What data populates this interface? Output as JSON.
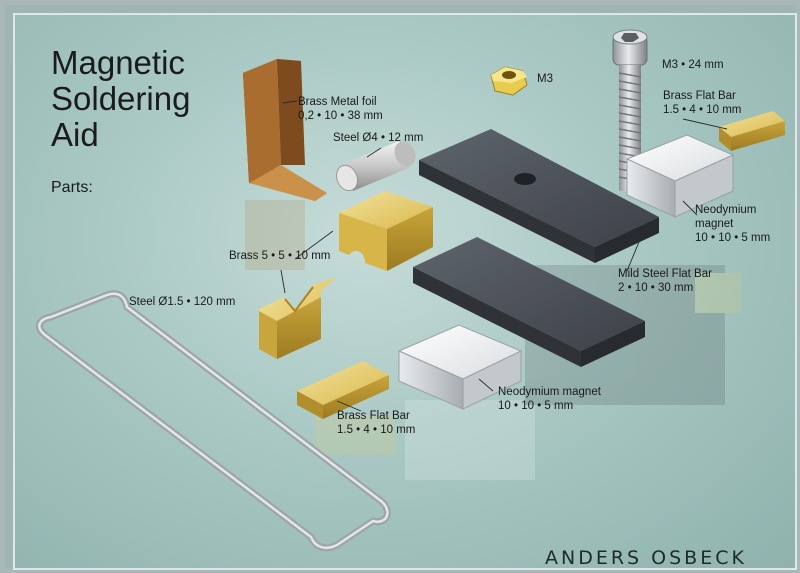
{
  "title": {
    "line1": "Magnetic",
    "line2": "Soldering",
    "line3": "Aid"
  },
  "subtitle": "Parts:",
  "labels": {
    "brass_foil": {
      "line1": "Brass Metal foil",
      "line2": "0,2 • 10 • 38 mm"
    },
    "m3_nut": "M3",
    "m3_screw": "M3 • 24 mm",
    "brass_flat_top": {
      "line1": "Brass Flat Bar",
      "line2": "1.5 • 4 • 10 mm"
    },
    "steel_pin": "Steel Ø4 • 12 mm",
    "neo_top": {
      "line1": "Neodymium",
      "line2": "magnet",
      "line3": "10 • 10 • 5 mm"
    },
    "brass_block": "Brass 5 • 5 • 10 mm",
    "mild_steel": {
      "line1": "Mild Steel Flat Bar",
      "line2": "2 • 10 • 30 mm"
    },
    "steel_wire": "Steel Ø1.5 • 120 mm",
    "neo_bottom": {
      "line1": "Neodymium magnet",
      "line2": "10 • 10 • 5 mm"
    },
    "brass_flat_bottom": {
      "line1": "Brass Flat Bar",
      "line2": "1.5 • 4 • 10 mm"
    }
  },
  "signature": "ANDERS OSBECK",
  "colors": {
    "brass": "#e0c45e",
    "steel": "#4a4f57",
    "magnet": "#e6e9ea",
    "background": "#a9c8c3"
  }
}
